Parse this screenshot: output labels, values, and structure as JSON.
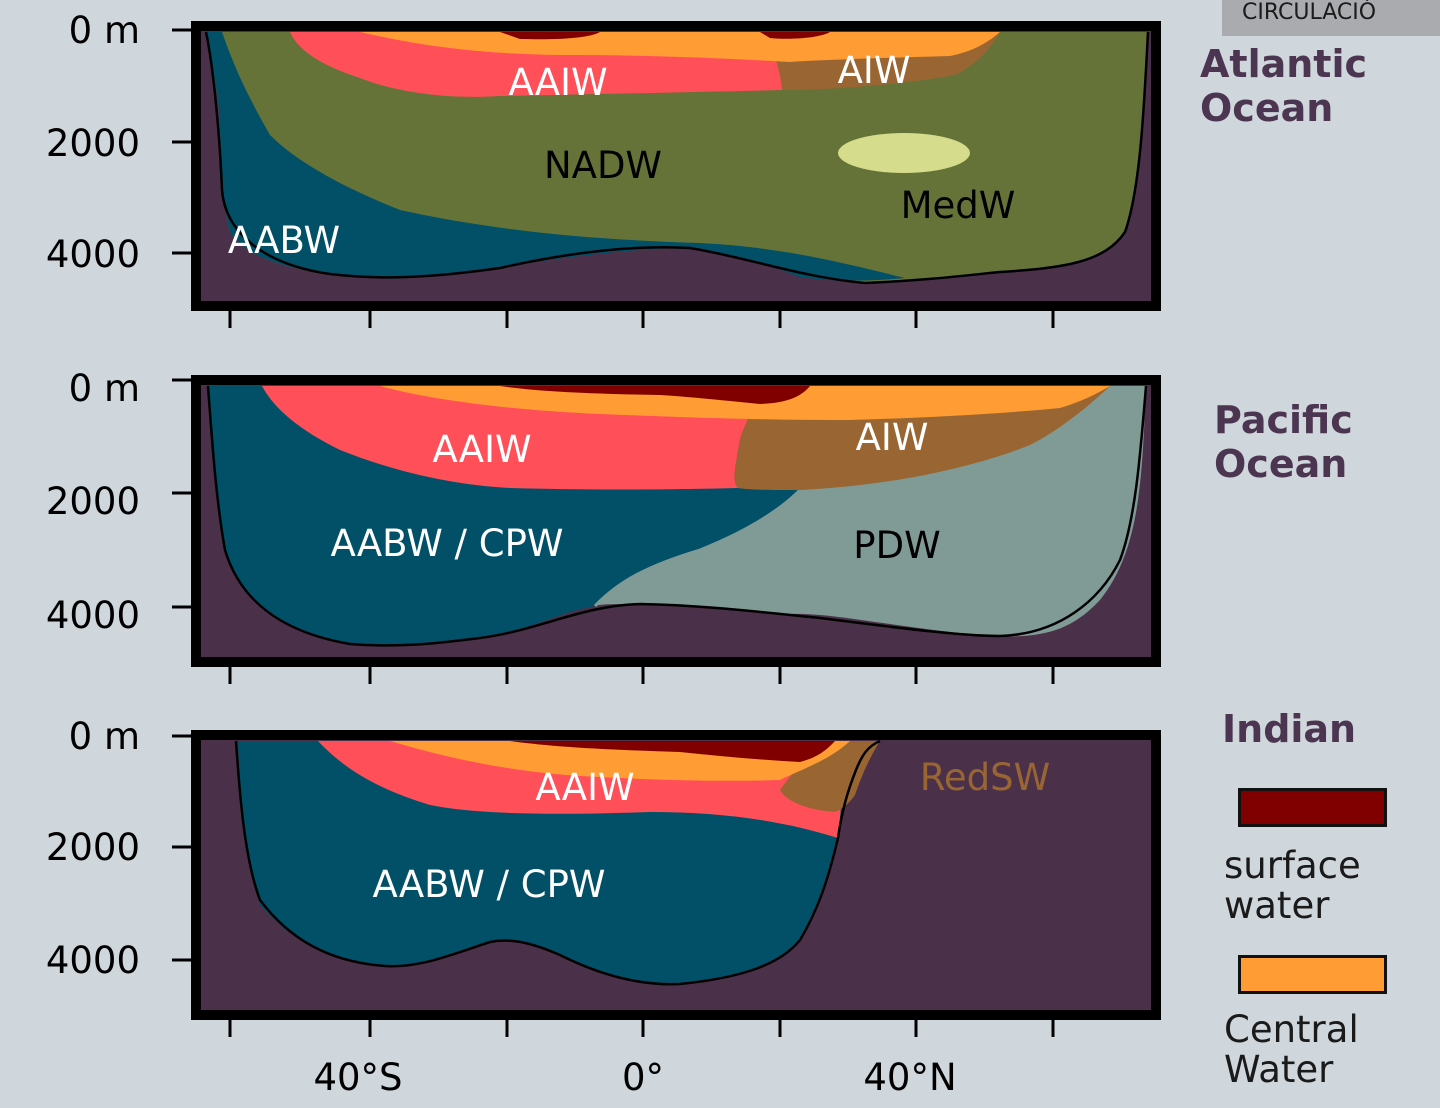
{
  "header_tag": "CIRCULACIÓ",
  "depth_labels": [
    "0 m",
    "2000",
    "4000"
  ],
  "lat_labels": [
    "40°S",
    "0°",
    "40°N"
  ],
  "oceans": {
    "atlantic": {
      "title": [
        "Atlantic",
        "Ocean"
      ],
      "masses": [
        "AAIW",
        "AIW",
        "NADW",
        "MedW",
        "AABW"
      ]
    },
    "pacific": {
      "title": [
        "Pacific",
        "Ocean"
      ],
      "masses": [
        "AAIW",
        "AIW",
        "AABW / CPW",
        "PDW"
      ]
    },
    "indian": {
      "title": [
        "Indian"
      ],
      "masses": [
        "AAIW",
        "RedSW",
        "AABW / CPW"
      ]
    }
  },
  "legend": [
    {
      "label": [
        "surface",
        "water"
      ],
      "color": "#800000"
    },
    {
      "label": [
        "Central",
        "Water"
      ],
      "color": "#ff9c33"
    }
  ],
  "colors": {
    "seafloor": "#4b3049",
    "surface_water": "#800000",
    "central_water": "#ff9c33",
    "aaiw": "#ff4f58",
    "aiw": "#996633",
    "nadw": "#667338",
    "medw": "#d5dc8c",
    "aabw_cpw": "#015067",
    "pdw": "#809a96",
    "background": "#cfd6dc"
  }
}
